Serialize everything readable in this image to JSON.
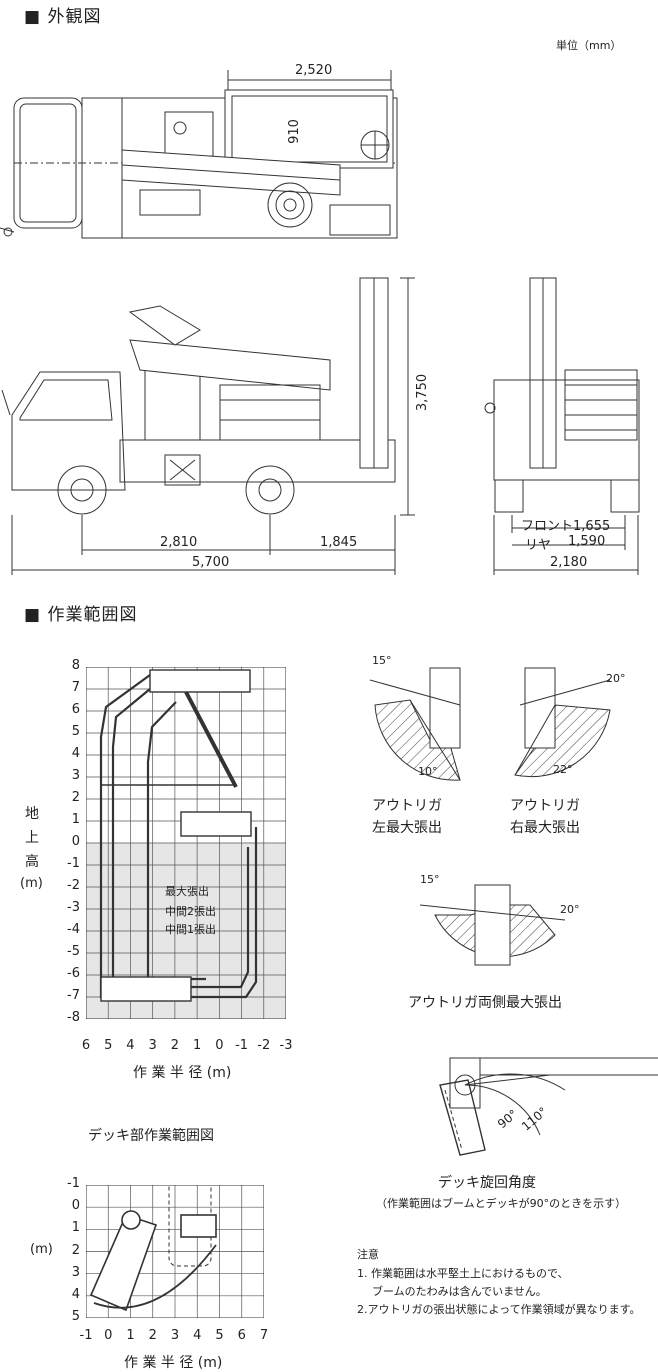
{
  "sections": {
    "exterior_title": "■ 外観図",
    "range_title": "■ 作業範囲図"
  },
  "unit_label": "単位（mm）",
  "dimensions": {
    "top_2520": "2,520",
    "top_910": "910",
    "height_3750": "3,750",
    "wb_2810": "2,810",
    "rear_1845": "1,845",
    "length_5700": "5,700",
    "front_label": "フロント",
    "front_val": "1,655",
    "rear_label": "リヤ",
    "rear_val": "1,590",
    "width_2180": "2,180"
  },
  "main_chart": {
    "ylabel_1": "地",
    "ylabel_2": "上",
    "ylabel_3": "高",
    "ylabel_unit": "(m)",
    "xlabel": "作 業 半 径 (m)",
    "yticks": [
      "8",
      "7",
      "6",
      "5",
      "4",
      "3",
      "2",
      "1",
      "0",
      "-1",
      "-2",
      "-3",
      "-4",
      "-5",
      "-6",
      "-7",
      "-8"
    ],
    "xticks": [
      "6",
      "5",
      "4",
      "3",
      "2",
      "1",
      "0",
      "-1",
      "-2",
      "-3"
    ],
    "legend": [
      "最大張出",
      "中間2張出",
      "中間1張出"
    ]
  },
  "deck_chart": {
    "title": "デッキ部作業範囲図",
    "ylabel": "(m)",
    "yticks": [
      "-1",
      "0",
      "1",
      "2",
      "3",
      "4",
      "5"
    ],
    "xticks": [
      "-1",
      "0",
      "1",
      "2",
      "3",
      "4",
      "5",
      "6",
      "7"
    ],
    "xlabel": "作 業 半 径 (m)"
  },
  "outrigger": {
    "left_label_1": "アウトリガ",
    "left_label_2": "左最大張出",
    "right_label_1": "アウトリガ",
    "right_label_2": "右最大張出",
    "both_label": "アウトリガ両側最大張出",
    "angle_15a": "15°",
    "angle_10": "10°",
    "angle_20a": "20°",
    "angle_22": "22°",
    "angle_15b": "15°",
    "angle_20b": "20°"
  },
  "deck_rotation": {
    "title": "デッキ旋回角度",
    "note": "（作業範囲はブームとデッキが90°のときを示す）",
    "angle_90": "90°",
    "angle_110": "110°"
  },
  "notes": {
    "heading": "注意",
    "line1": "1. 作業範囲は水平堅土上におけるもので、",
    "line2": "ブームのたわみは含んでいません。",
    "line3": "2.アウトリガの張出状態によって作業領域が異なります。"
  }
}
